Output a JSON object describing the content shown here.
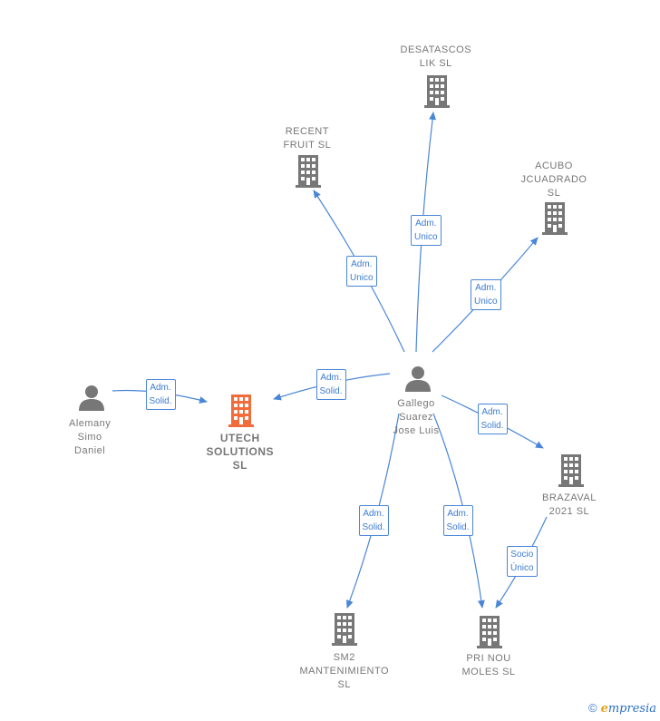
{
  "nodes": {
    "desatascos": {
      "label": "DESATASCOS\nLIK  SL",
      "type": "company"
    },
    "recent_fruit": {
      "label": "RECENT\nFRUIT  SL",
      "type": "company"
    },
    "acubo": {
      "label": "ACUBO\nJCUADRADO\nSL",
      "type": "company"
    },
    "gallego": {
      "label": "Gallego\nSuarez\nJose Luis",
      "type": "person"
    },
    "alemany": {
      "label": "Alemany\nSimo\nDaniel",
      "type": "person"
    },
    "utech": {
      "label": "UTECH\nSOLUTIONS\nSL",
      "type": "company-main"
    },
    "brazaval": {
      "label": "BRAZAVAL\n2021  SL",
      "type": "company"
    },
    "sm2": {
      "label": "SM2\nMANTENIMIENTO\nSL",
      "type": "company"
    },
    "pri_nou": {
      "label": "PRI NOU\nMOLES  SL",
      "type": "company"
    }
  },
  "edges": [
    {
      "from": "gallego",
      "to": "desatascos",
      "label": "Adm.\nUnico"
    },
    {
      "from": "gallego",
      "to": "recent_fruit",
      "label": "Adm.\nUnico"
    },
    {
      "from": "gallego",
      "to": "acubo",
      "label": "Adm.\nUnico"
    },
    {
      "from": "gallego",
      "to": "utech",
      "label": "Adm.\nSolid."
    },
    {
      "from": "alemany",
      "to": "utech",
      "label": "Adm.\nSolid."
    },
    {
      "from": "gallego",
      "to": "brazaval",
      "label": "Adm.\nSolid."
    },
    {
      "from": "gallego",
      "to": "sm2",
      "label": "Adm.\nSolid."
    },
    {
      "from": "gallego",
      "to": "pri_nou",
      "label": "Adm.\nSolid."
    },
    {
      "from": "brazaval",
      "to": "pri_nou",
      "label": "Socio\nÚnico"
    }
  ],
  "colors": {
    "edge": "#4a86d8",
    "company": "#777777",
    "main_company": "#f26b3a",
    "person": "#777777"
  },
  "footer": {
    "copyright": "©",
    "brand_initial": "e",
    "brand_rest": "mpresia"
  }
}
